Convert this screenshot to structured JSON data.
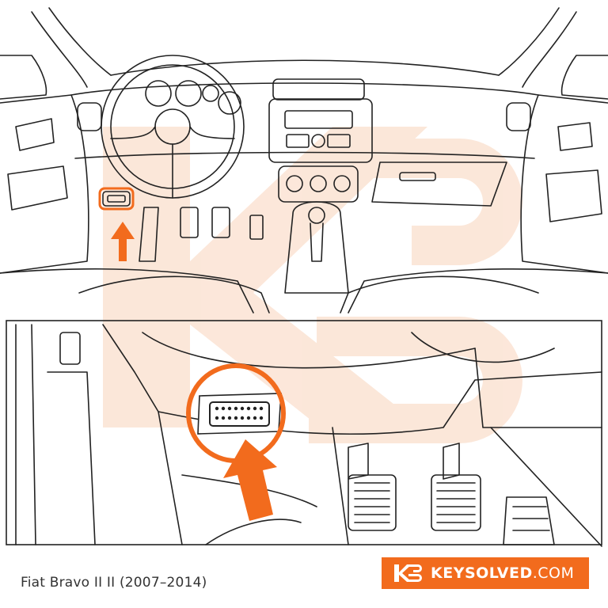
{
  "caption": "Fiat Bravo II II (2007–2014)",
  "brand": {
    "name": "KEYSOLVED",
    "tld": ".COM",
    "color": "#f26b1d"
  },
  "illustration": {
    "accent_color": "#f26b1d",
    "watermark_color": "#fbe3d3"
  }
}
